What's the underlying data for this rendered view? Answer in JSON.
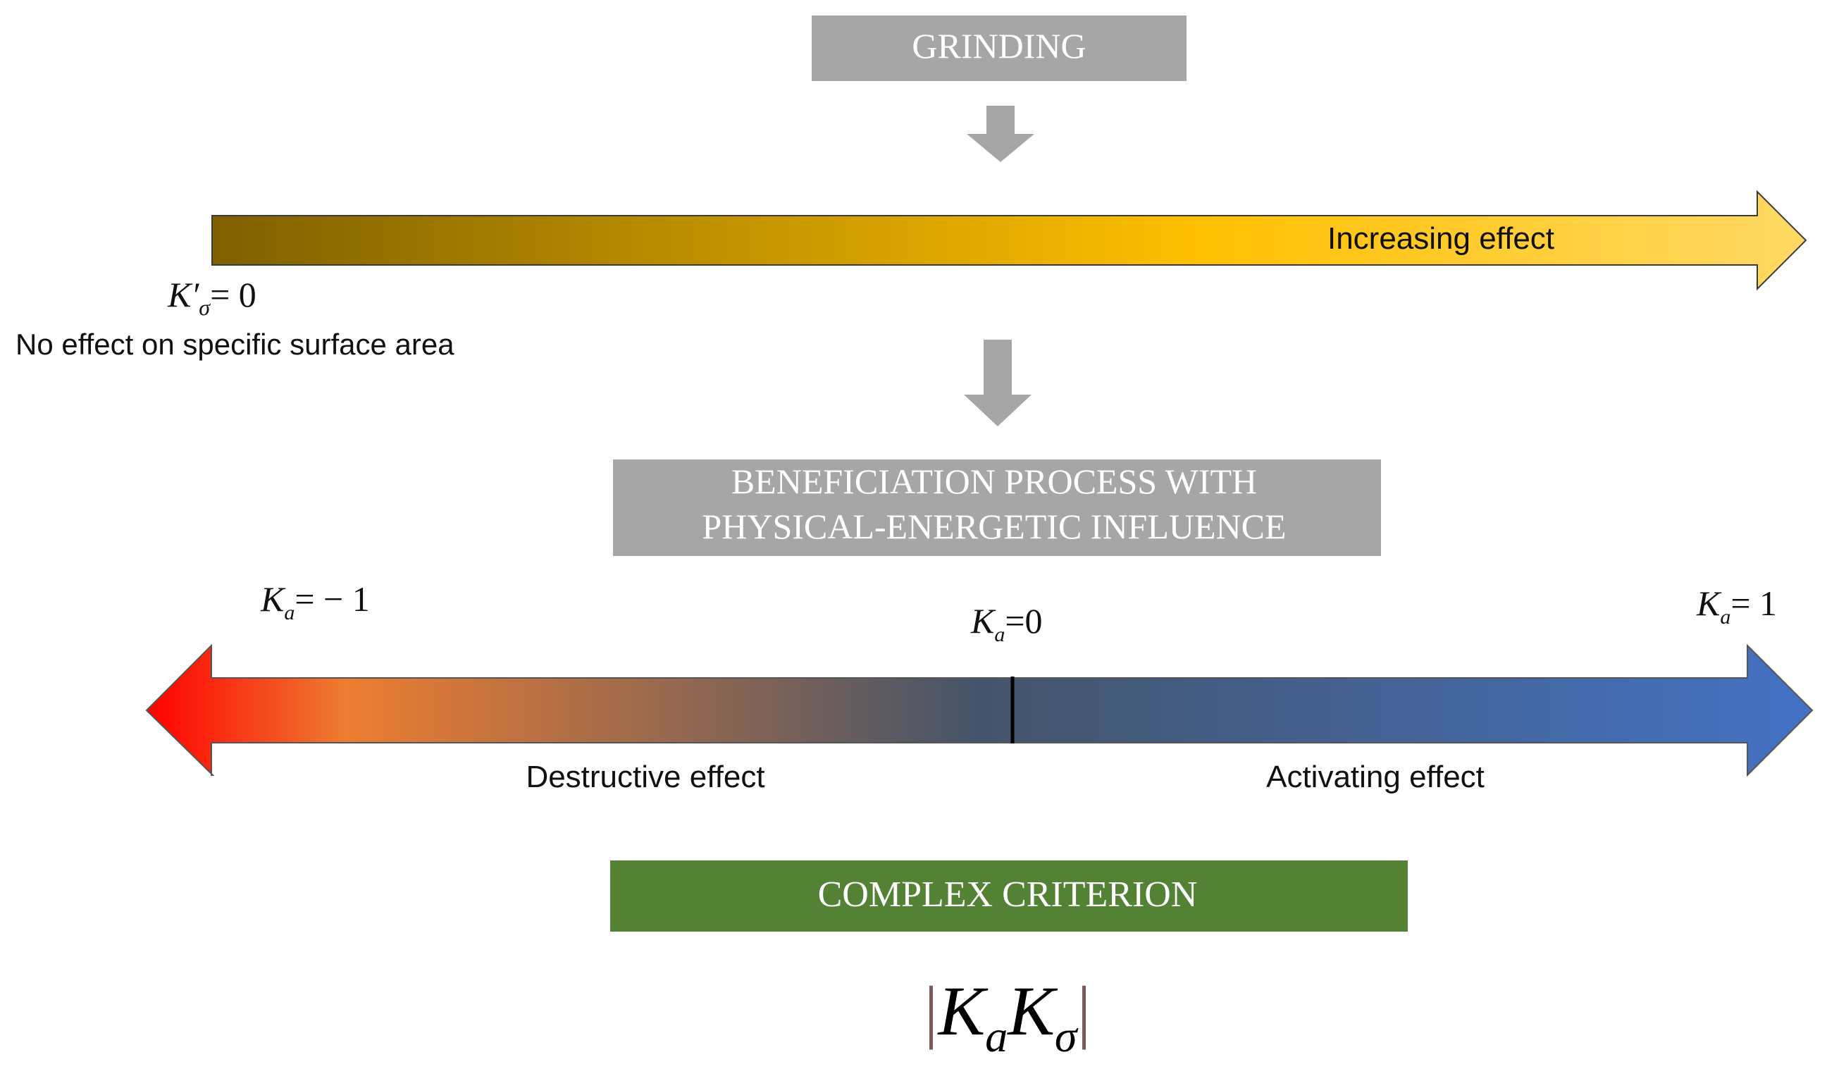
{
  "colors": {
    "grey_box": "#a6a6a6",
    "grey_arrow": "#a6a6a6",
    "green_box": "#548235",
    "top_arrow_start": "#7f6000",
    "top_arrow_mid": "#ffc000",
    "top_arrow_end": "#ffd966",
    "red": "#ff0000",
    "orange": "#ed7d31",
    "dark_mid": "#44546a",
    "blue": "#4472c4",
    "divider": "#000000",
    "formula": "#000000",
    "bar_text": "#ffffff"
  },
  "boxes": {
    "grinding": "GRINDING",
    "beneficiation_line1": "BENEFICIATION  PROCESS WITH",
    "beneficiation_line2": "PHYSICAL-ENERGETIC INFLUENCE",
    "complex": "COMPLEX CRITERION"
  },
  "top_scale": {
    "arrow_label": "Increasing effect",
    "zero_symbol": "K′",
    "zero_subscript": "σ",
    "zero_value": "= 0",
    "zero_caption": "No effect on specific surface area"
  },
  "bottom_scale": {
    "left_symbol": "K",
    "left_subscript": "a",
    "left_value": "= − 1",
    "center_symbol": "K",
    "center_subscript": "a",
    "center_value": "=0",
    "right_symbol": "K",
    "right_subscript": "a",
    "right_value": "= 1",
    "left_label": "Destructive effect",
    "right_label": "Activating effect"
  },
  "formula": {
    "bar_left": "|",
    "k1": "K",
    "sub1": "a",
    "k2": "K",
    "sub2": "σ",
    "bar_right": "|"
  }
}
